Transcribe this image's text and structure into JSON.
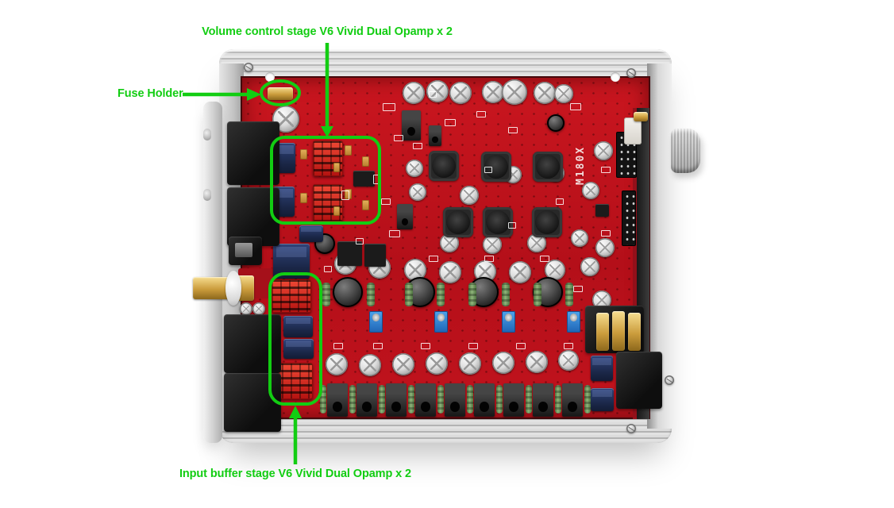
{
  "annotations": {
    "volume_stage_label": "Volume control stage V6 Vivid Dual Opamp x 2",
    "fuse_holder_label": "Fuse Holder",
    "input_stage_label": "Input buffer stage V6 Vivid Dual Opamp x 2",
    "highlight_color": "#12cd12"
  },
  "pcb": {
    "silkscreen_text": "M180X",
    "board_color": "#c0131d",
    "chassis_color": "#d6d6d6"
  }
}
